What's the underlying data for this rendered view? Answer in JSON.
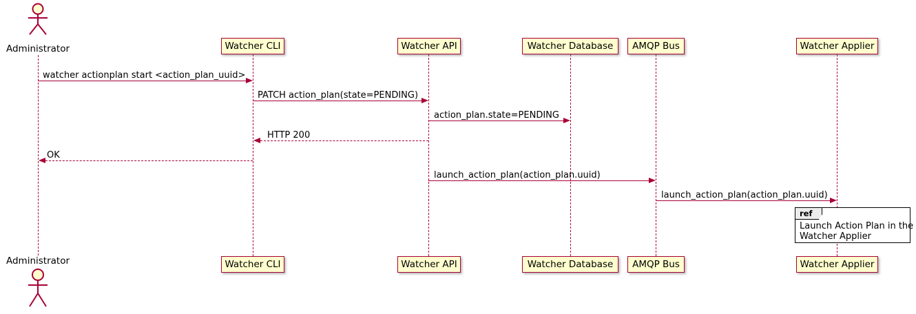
{
  "colors": {
    "participant_fill": "#FEFECE",
    "line": "#A80036",
    "text": "#000000"
  },
  "actor": {
    "name": "Administrator"
  },
  "participants": [
    {
      "name": "Watcher CLI"
    },
    {
      "name": "Watcher API"
    },
    {
      "name": "Watcher Database"
    },
    {
      "name": "AMQP Bus"
    },
    {
      "name": "Watcher Applier"
    }
  ],
  "messages": [
    {
      "from": "Administrator",
      "to": "Watcher CLI",
      "style": "solid",
      "label": "watcher actionplan start <action_plan_uuid>"
    },
    {
      "from": "Watcher CLI",
      "to": "Watcher API",
      "style": "solid",
      "label": "PATCH action_plan(state=PENDING)"
    },
    {
      "from": "Watcher API",
      "to": "Watcher Database",
      "style": "solid",
      "label": "action_plan.state=PENDING"
    },
    {
      "from": "Watcher API",
      "to": "Watcher CLI",
      "style": "dashed",
      "label": "HTTP 200"
    },
    {
      "from": "Watcher CLI",
      "to": "Administrator",
      "style": "dashed",
      "label": "OK"
    },
    {
      "from": "Watcher API",
      "to": "AMQP Bus",
      "style": "solid",
      "label": "launch_action_plan(action_plan.uuid)"
    },
    {
      "from": "AMQP Bus",
      "to": "Watcher Applier",
      "style": "solid",
      "label": "launch_action_plan(action_plan.uuid)"
    }
  ],
  "ref": {
    "tag": "ref",
    "line1": "Launch Action Plan in the",
    "line2": "Watcher Applier"
  }
}
